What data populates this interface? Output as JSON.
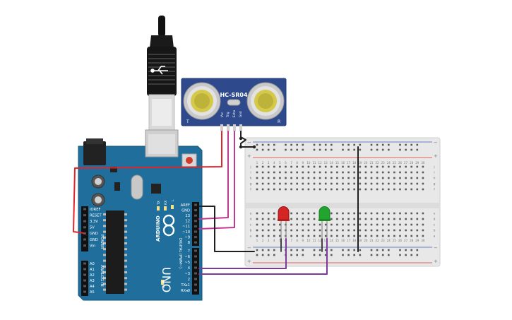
{
  "sensor": {
    "model": "HC-SR04",
    "pins": [
      "Vcc",
      "Trig",
      "Echo",
      "Gnd"
    ],
    "left_mark": "T",
    "right_mark": "R"
  },
  "arduino": {
    "brand": "ARDUINO",
    "model": "UNO",
    "digital_header_label": "DIGITAL (PWM~)",
    "power_label": "POWER",
    "analog_label": "ANALOG IN",
    "on_label": "ON",
    "l_label": "L",
    "tx_label": "TX",
    "rx_label": "RX",
    "digital_pins_top": [
      "AREF",
      "GND",
      "13",
      "12",
      "~11",
      "~10",
      "~9",
      "8"
    ],
    "digital_pins_bottom": [
      "7",
      "~6",
      "~5",
      "4",
      "~3",
      "2",
      "TX▸1",
      "RX◂0"
    ],
    "power_pins": [
      "IOREF",
      "RESET",
      "3.3V",
      "5V",
      "GND",
      "GND",
      "Vin"
    ],
    "analog_pins": [
      "A0",
      "A1",
      "A2",
      "A3",
      "A4",
      "A5"
    ]
  },
  "breadboard": {
    "column_numbers": [
      "1",
      "2",
      "3",
      "4",
      "5",
      "6",
      "7",
      "8",
      "9",
      "10",
      "11",
      "12",
      "13",
      "14",
      "15",
      "16",
      "17",
      "18",
      "19",
      "20",
      "21",
      "22",
      "23",
      "24",
      "25",
      "26",
      "27",
      "28",
      "29",
      "30"
    ],
    "rows_top": [
      "j",
      "i",
      "h",
      "g",
      "f"
    ],
    "rows_bottom": [
      "e",
      "d",
      "c",
      "b",
      "a"
    ],
    "rail_minus": "−",
    "rail_plus": "+"
  },
  "leds": [
    {
      "name": "red-led",
      "color": "#d42424"
    },
    {
      "name": "green-led",
      "color": "#22a52e"
    }
  ],
  "wire_colors": {
    "red": "#e0252b",
    "magenta": "#c2388e",
    "black": "#202020",
    "purple": "#7d3a9c"
  },
  "colors": {
    "board_blue": "#1f6e9b",
    "board_blue_dark": "#1a5c82",
    "sensor_blue": "#2e4a8c",
    "breadboard": "#e8e8e8"
  }
}
